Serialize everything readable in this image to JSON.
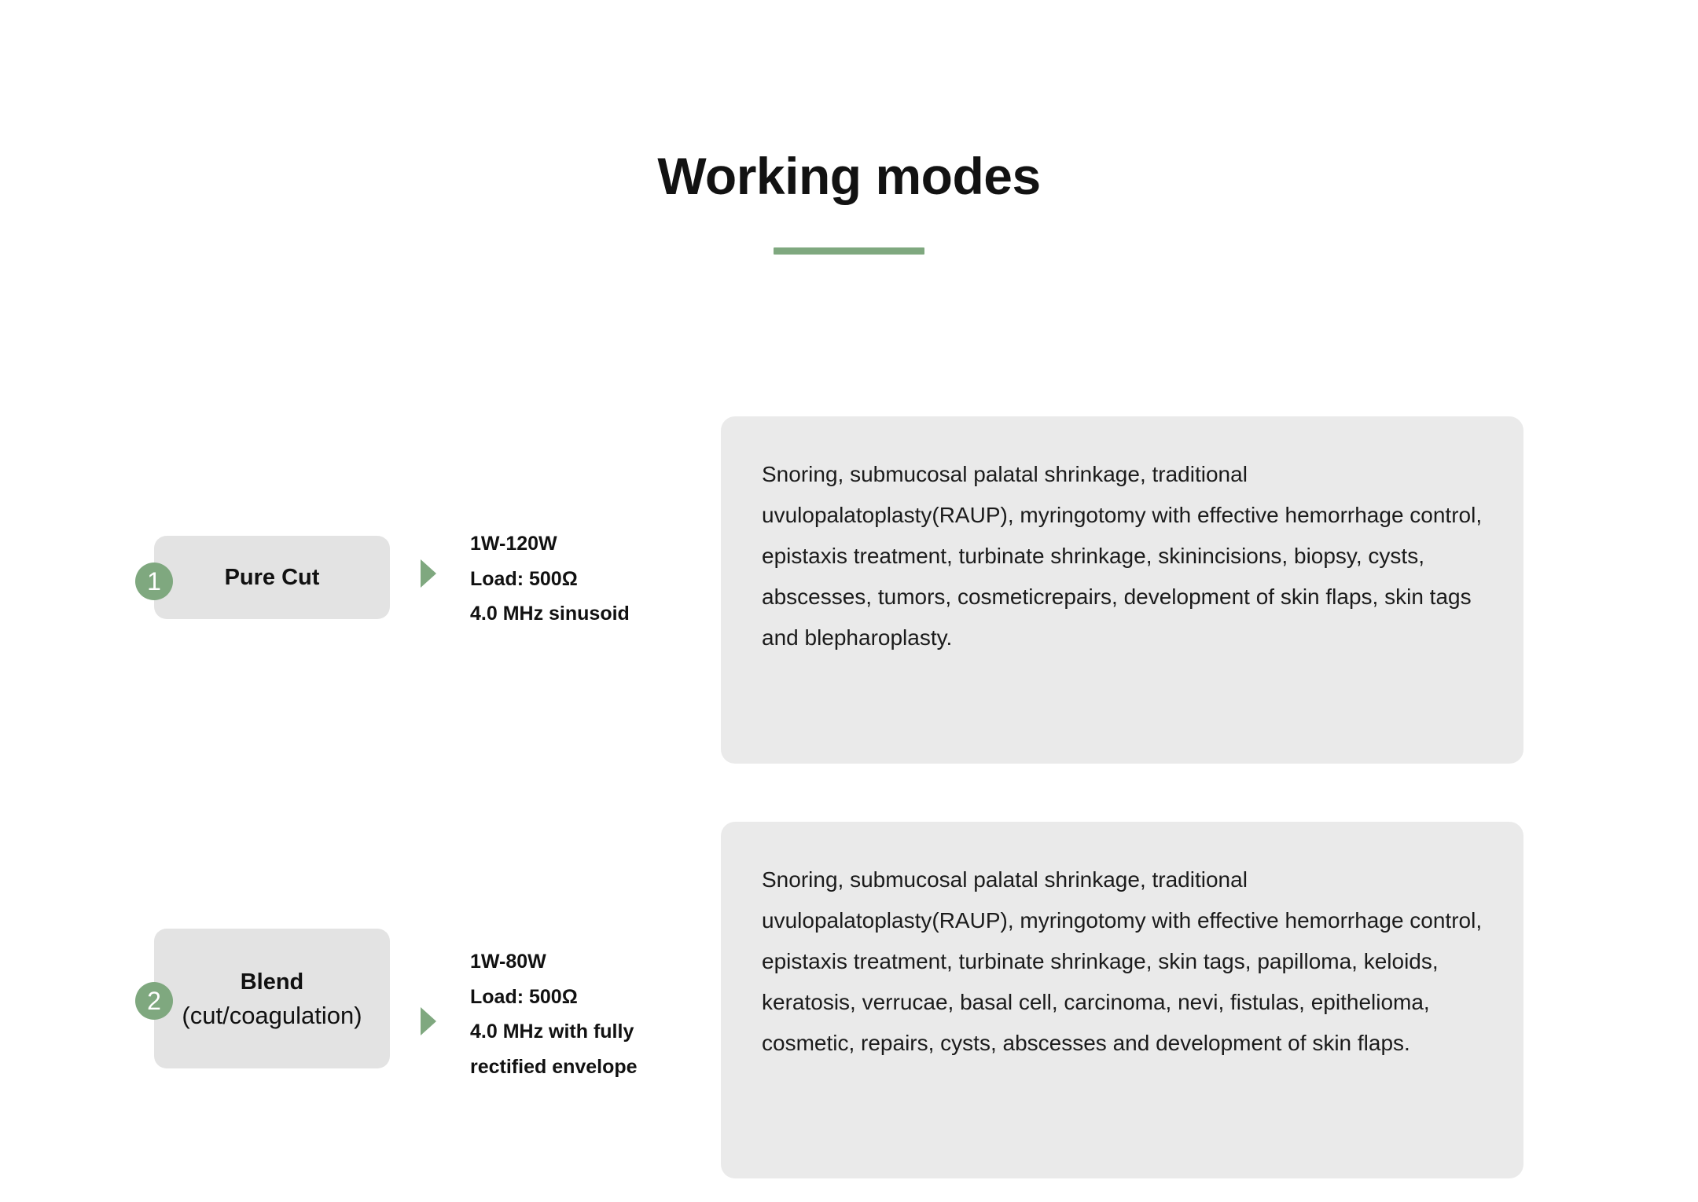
{
  "header": {
    "title": "Working modes",
    "rule_color": "#7fa87f"
  },
  "theme": {
    "accent_green": "#7fa87f",
    "chip_gray": "#e3e3e3",
    "panel_gray": "#eaeaea",
    "text_dark": "#111111",
    "background": "#ffffff"
  },
  "modes": [
    {
      "badge": "1",
      "name": "Pure Cut",
      "subtitle": "",
      "arrow_icon": "triangle-right-icon",
      "spec_lines": [
        "1W-120W",
        "Load: 500Ω",
        "4.0 MHz sinusoid"
      ],
      "description": "Snoring, submucosal palatal shrinkage, traditional uvulopalatoplasty(RAUP), myringotomy with effective hemorrhage control, epistaxis treatment, turbinate shrinkage, skinincisions, biopsy, cysts, abscesses, tumors, cosmeticrepairs, development of skin flaps, skin tags and blepharoplasty."
    },
    {
      "badge": "2",
      "name": "Blend",
      "subtitle": "(cut/coagulation)",
      "arrow_icon": "triangle-right-icon",
      "spec_lines": [
        "1W-80W",
        "Load: 500Ω",
        "4.0 MHz with fully",
        "rectified envelope"
      ],
      "description": "Snoring, submucosal palatal shrinkage, traditional uvulopalatoplasty(RAUP), myringotomy with effective hemorrhage control, epistaxis treatment, turbinate shrinkage, skin tags, papilloma, keloids, keratosis, verrucae, basal cell, carcinoma, nevi, fistulas, epithelioma, cosmetic, repairs, cysts, abscesses and development of skin flaps."
    }
  ]
}
